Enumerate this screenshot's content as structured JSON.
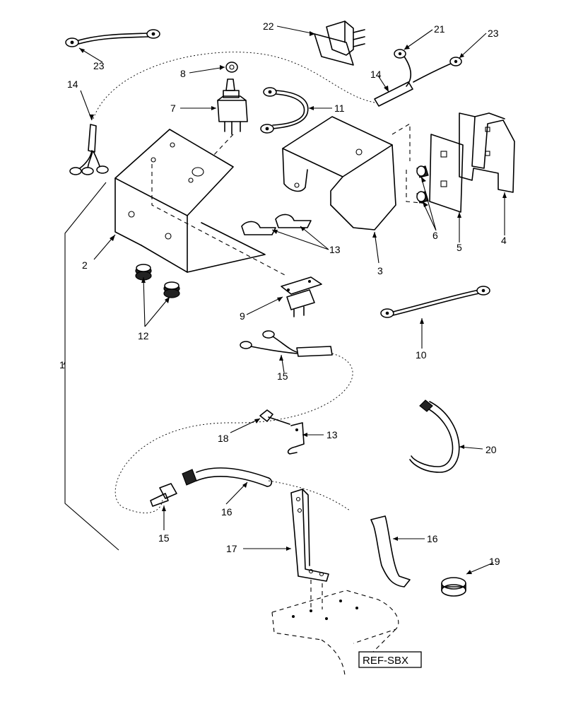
{
  "diagram": {
    "callouts": {
      "c1": "1",
      "c2": "2",
      "c3": "3",
      "c4": "4",
      "c5": "5",
      "c6": "6",
      "c7": "7",
      "c8": "8",
      "c9": "9",
      "c10": "10",
      "c11": "11",
      "c12": "12",
      "c13a": "13",
      "c13b": "13",
      "c14a": "14",
      "c14b": "14",
      "c15a": "15",
      "c15b": "15",
      "c16a": "16",
      "c16b": "16",
      "c17": "17",
      "c18": "18",
      "c19": "19",
      "c20": "20",
      "c21": "21",
      "c22": "22",
      "c23a": "23",
      "c23b": "23"
    },
    "reference_box": "REF-SBX"
  }
}
